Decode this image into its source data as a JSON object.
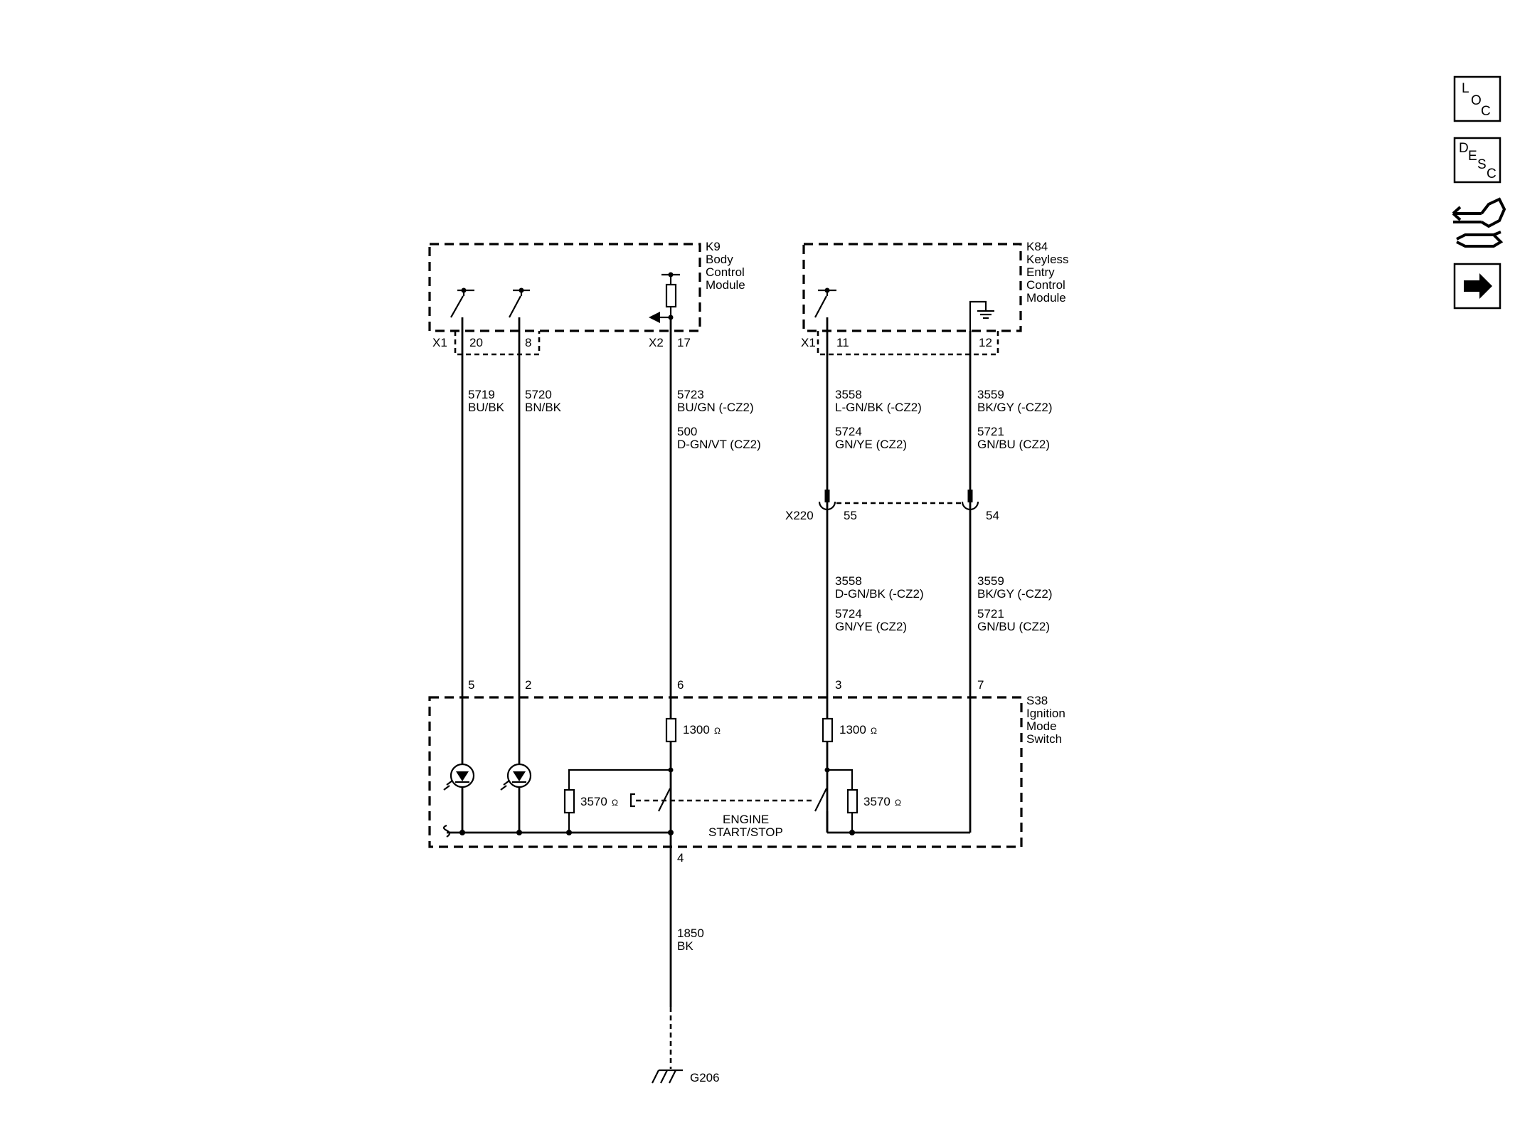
{
  "side_buttons": [
    {
      "name": "loc-button",
      "letters": [
        "L",
        "O",
        "C"
      ]
    },
    {
      "name": "desc-button",
      "letters": [
        "D",
        "E",
        "S",
        "C"
      ]
    },
    {
      "name": "component-connector-icon"
    },
    {
      "name": "next-arrow-icon"
    }
  ],
  "modules": {
    "k9": {
      "id": "K9",
      "line1": "Body",
      "line2": "Control",
      "line3": "Module"
    },
    "k84": {
      "id": "K84",
      "line1": "Keyless",
      "line2": "Entry",
      "line3": "Control",
      "line4": "Module"
    },
    "s38": {
      "id": "S38",
      "line1": "Ignition",
      "line2": "Mode",
      "line3": "Switch"
    }
  },
  "connectors": {
    "k9_x1": "X1",
    "k9_x2": "X2",
    "k84_x1": "X1",
    "x220": "X220",
    "pins": {
      "p20": "20",
      "p8": "8",
      "p17": "17",
      "p11": "11",
      "p12": "12",
      "p55": "55",
      "p54": "54",
      "p5": "5",
      "p2": "2",
      "p6": "6",
      "p3": "3",
      "p7": "7",
      "p4": "4"
    }
  },
  "wires": {
    "w5719": {
      "num": "5719",
      "color": "BU/BK"
    },
    "w5720": {
      "num": "5720",
      "color": "BN/BK"
    },
    "w5723": {
      "num": "5723",
      "color": "BU/GN (-CZ2)"
    },
    "w500": {
      "num": "500",
      "color": "D-GN/VT  (CZ2)"
    },
    "w3558_top": {
      "num": "3558",
      "color": "L-GN/BK (-CZ2)"
    },
    "w5724_top": {
      "num": "5724",
      "color": "GN/YE (CZ2)"
    },
    "w3559_top": {
      "num": "3559",
      "color": "BK/GY (-CZ2)"
    },
    "w5721_top": {
      "num": "5721",
      "color": "GN/BU (CZ2)"
    },
    "w3558_bot": {
      "num": "3558",
      "color": "D-GN/BK (-CZ2)"
    },
    "w5724_bot": {
      "num": "5724",
      "color": "GN/YE (CZ2)"
    },
    "w3559_bot": {
      "num": "3559",
      "color": "BK/GY (-CZ2)"
    },
    "w5721_bot": {
      "num": "5721",
      "color": "GN/BU (CZ2)"
    },
    "w1850": {
      "num": "1850",
      "color": "BK"
    }
  },
  "components": {
    "res1_value": "1300",
    "res2_value": "1300",
    "res3_value": "3570",
    "res4_value": "3570",
    "ohm_symbol": "Ω",
    "switch_label_line1": "ENGINE",
    "switch_label_line2": "START/STOP",
    "ground": "G206"
  }
}
